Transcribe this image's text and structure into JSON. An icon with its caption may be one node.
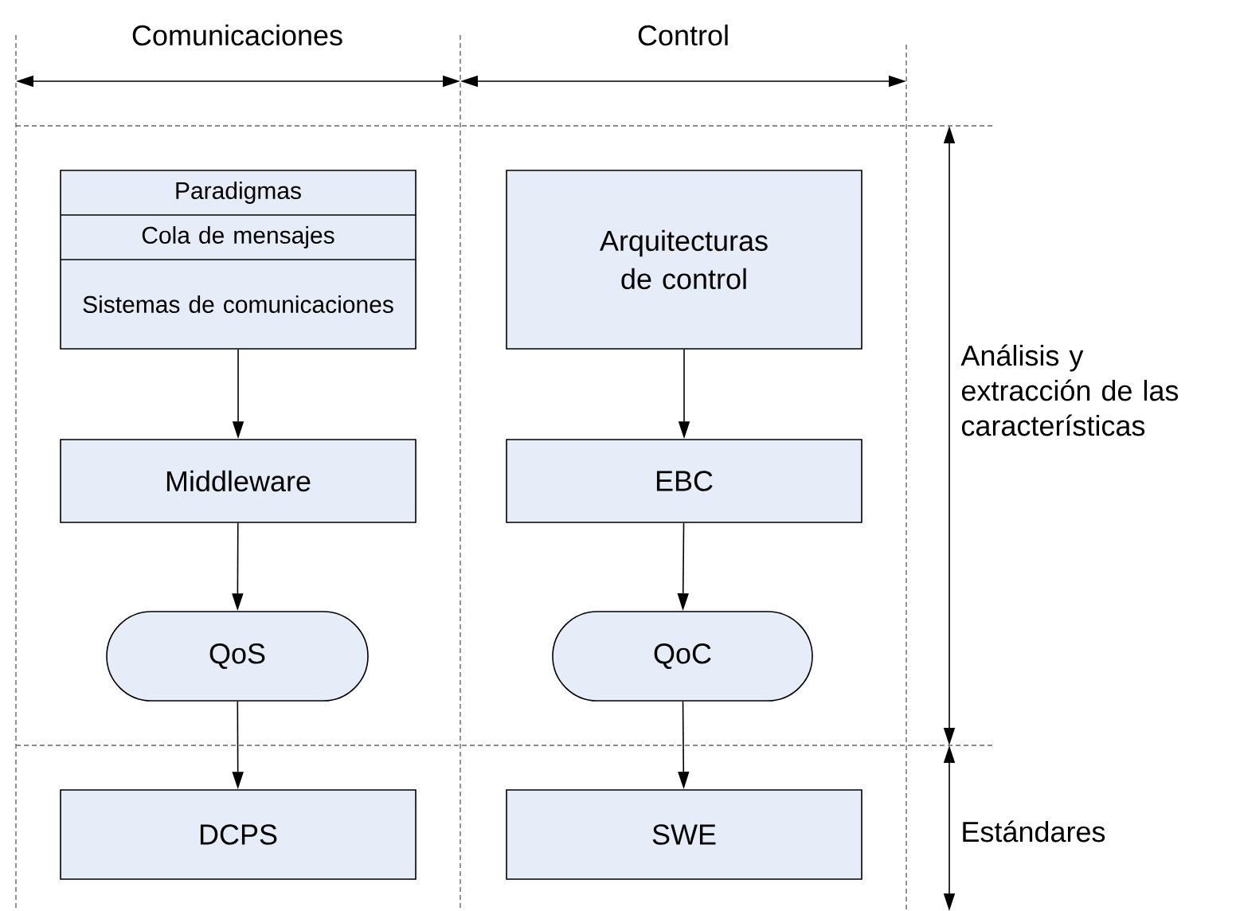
{
  "diagram": {
    "nodes": [
      {
        "text": [
          "Paradigmas",
          "Cola de mensajes",
          "Sistemas de comunicaciones"
        ]
      },
      {
        "text": [
          "Middleware"
        ]
      },
      {
        "text": [
          "QoS"
        ]
      },
      {
        "text": [
          "DCPS"
        ]
      },
      {
        "text": [
          "Arquitecturas de control"
        ]
      },
      {
        "text": [
          "EBC"
        ]
      },
      {
        "text": [
          "QoC"
        ]
      },
      {
        "text": [
          "SWE"
        ]
      }
    ],
    "edges": [
      {
        "from": 0,
        "to": 1,
        "arrow": "to"
      },
      {
        "from": 1,
        "to": 2,
        "arrow": "to"
      },
      {
        "from": 2,
        "to": 3,
        "arrow": "to"
      },
      {
        "from": 4,
        "to": 5,
        "arrow": "to"
      },
      {
        "from": 5,
        "to": 6,
        "arrow": "to"
      },
      {
        "from": 6,
        "to": 7,
        "arrow": "to"
      }
    ],
    "labels": [
      "Comunicaciones",
      "Control",
      "Análisis y extracción de las características",
      "Estándares"
    ]
  }
}
